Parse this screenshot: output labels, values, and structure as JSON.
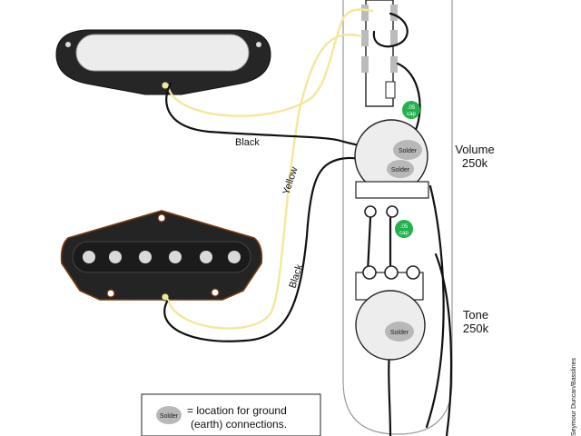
{
  "labels": {
    "black_top": "Black",
    "yellow": "Yellow",
    "black_mid": "Black",
    "volume_title": "Volume",
    "volume_value": "250k",
    "tone_title": "Tone",
    "tone_value": "250k",
    "solder": "Solder",
    "cap_value": ".05",
    "cap_unit": "cap",
    "credit": "Seymour Duncan/Basslines"
  },
  "legend": {
    "marker": "Solder",
    "line1": "= location for ground",
    "line2": "(earth) connections."
  },
  "colors": {
    "black_wire": "#111111",
    "yellow_wire": "#f3e79a",
    "capacitor": "#22b24c",
    "solder": "#b8b8b8",
    "pickup_body": "#2a2a2a"
  }
}
